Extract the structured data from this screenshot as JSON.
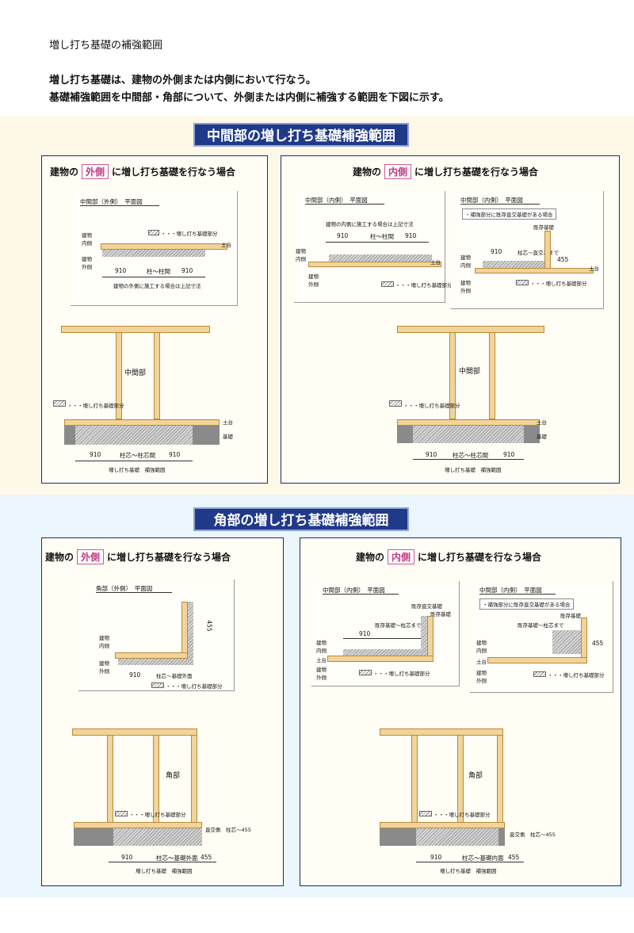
{
  "page": {
    "title": "増し打ち基礎の補強範囲",
    "intro_1": "増し打ち基礎は、建物の外側または内側において行なう。",
    "intro_2": "基礎補強範囲を中間部・角部について、外側または内側に補強する範囲を下図に示す。"
  },
  "section_mid": {
    "banner": "中間部の増し打ち基礎補強範囲",
    "outside": {
      "title_pre": "建物の",
      "title_box": "外側",
      "title_post": "に増し打ち基礎を行なう場合",
      "plan_title": "中間部（外側）　平面図",
      "inside_label": "建物内側",
      "outside_label": "建物外側",
      "legend": "・・・増し打ち基礎部分",
      "sill": "土台",
      "dim_left": "910",
      "dim_mid": "柱～柱間",
      "dim_right": "910",
      "note": "建物の外側に施工する場合は上記寸法",
      "elev_label": "中間部",
      "elev_legend": "・・・増し打ち基礎部分",
      "elev_sill": "土台",
      "elev_found": "基礎",
      "elev_dim_left": "910",
      "elev_dim_mid": "柱芯～柱芯間",
      "elev_dim_right": "910",
      "elev_caption": "増し打ち基礎　補強範囲"
    },
    "inside": {
      "title_pre": "建物の",
      "title_box": "内側",
      "title_post": "に増し打ち基礎を行なう場合",
      "plan1_title": "中間部（内側）　平面図",
      "plan1_note": "建物の内側に施工する場合は上記寸法",
      "plan1_dim_left": "910",
      "plan1_dim_mid": "柱～柱間",
      "plan1_dim_right": "910",
      "plan1_inside": "建物内側",
      "plan1_outside": "建物外側",
      "plan1_sill": "土台",
      "plan1_legend": "・・・増し打ち基礎部分",
      "plan2_title": "中間部（内側）　平面図",
      "plan2_note": "・補強部分に既存直交基礎がある場合",
      "plan2_existing": "既存基礎",
      "plan2_dim": "910",
      "plan2_dim_label": "柱芯～直交芯まで",
      "plan2_dim_v": "455",
      "plan2_inside": "建物内側",
      "plan2_outside": "建物外側",
      "plan2_sill": "土台",
      "plan2_legend": "・・・増し打ち基礎部分",
      "elev_label": "中間部",
      "elev_legend": "・・・増し打ち基礎部分",
      "elev_sill": "土台",
      "elev_found": "基礎",
      "elev_dim_left": "910",
      "elev_dim_mid": "柱芯～柱芯間",
      "elev_dim_right": "910",
      "elev_caption": "増し打ち基礎　補強範囲"
    }
  },
  "section_corner": {
    "banner": "角部の増し打ち基礎補強範囲",
    "outside": {
      "title_pre": "建物の",
      "title_box": "外側",
      "title_post": "に増し打ち基礎を行なう場合",
      "plan_title": "角部（外側）　平面図",
      "inside_label": "建物内側",
      "outside_label": "建物外側",
      "dim_h": "910",
      "dim_h_label": "柱芯～基礎外面",
      "dim_v": "455",
      "legend": "・・・増し打ち基礎部分",
      "elev_label": "角部",
      "elev_legend": "・・・増し打ち基礎部分",
      "elev_side": "直交側　柱芯～455",
      "elev_dim_left": "910",
      "elev_dim_mid": "柱芯～基礎外面",
      "elev_dim_right": "455",
      "elev_caption": "増し打ち基礎　補強範囲"
    },
    "inside": {
      "title_pre": "建物の",
      "title_box": "内側",
      "title_post": "に増し打ち基礎を行なう場合",
      "plan1_title": "中間部（内側）　平面図",
      "plan1_existing": "既存直交基礎",
      "plan1_corner": "既存基礎",
      "plan1_dim": "910",
      "plan1_dim_label": "既存基礎～柱芯まで",
      "plan1_inside": "建物内側",
      "plan1_outside": "建物外側",
      "plan1_sill": "土台",
      "plan1_legend": "・・・増し打ち基礎部分",
      "plan2_title": "中間部（内側）　平面図",
      "plan2_note": "・補強部分に既存直交基礎がある場合",
      "plan2_existing": "既存基礎",
      "plan2_dim_label": "既存基礎～柱芯まで",
      "plan2_dim_v": "455",
      "plan2_inside": "建物内側",
      "plan2_outside": "建物外側",
      "plan2_sill": "土台",
      "plan2_legend": "・・・増し打ち基礎部分",
      "elev_label": "角部",
      "elev_legend": "・・・増し打ち基礎部分",
      "elev_side": "直交側　柱芯～455",
      "elev_dim_left": "910",
      "elev_dim_mid": "柱芯～基礎内面",
      "elev_dim_right": "455",
      "elev_caption": "増し打ち基礎　補強範囲"
    }
  }
}
